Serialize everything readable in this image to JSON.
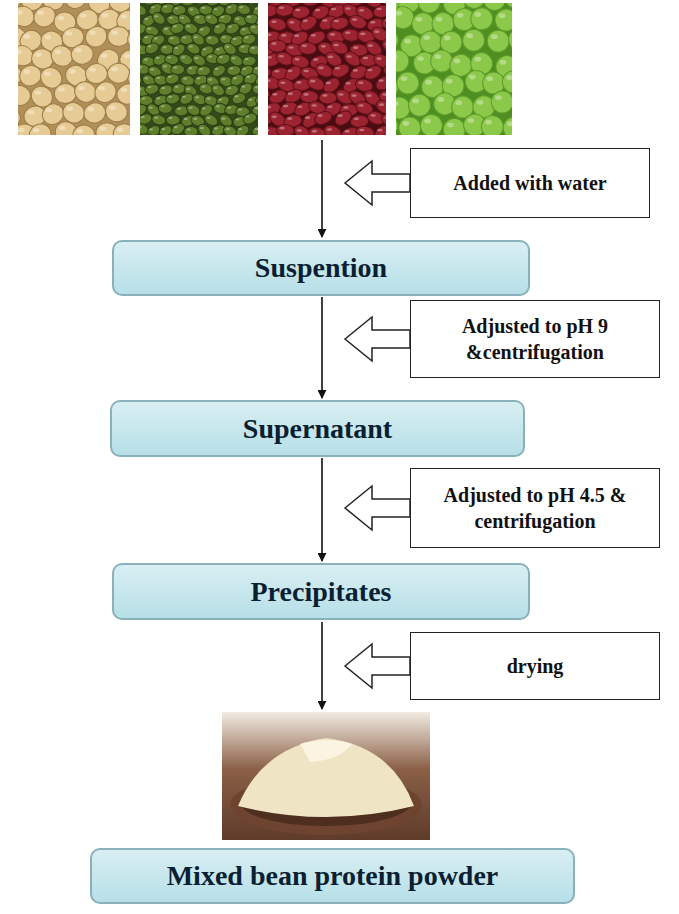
{
  "diagram": {
    "nodes": [
      {
        "text": [
          "Added with water"
        ]
      },
      {
        "text": [
          "Suspention"
        ]
      },
      {
        "text": [
          "Adjusted to pH 9 &centrifugation"
        ]
      },
      {
        "text": [
          "Supernatant"
        ]
      },
      {
        "text": [
          "Adjusted to pH 4.5 & centrifugation"
        ]
      },
      {
        "text": [
          "Precipitates"
        ]
      },
      {
        "text": [
          "drying"
        ]
      },
      {
        "text": [
          "Mixed bean protein powder"
        ]
      }
    ],
    "edges": [
      {
        "from": 1,
        "to": 3,
        "arrow": "to"
      },
      {
        "from": 3,
        "to": 5,
        "arrow": "to"
      }
    ]
  }
}
